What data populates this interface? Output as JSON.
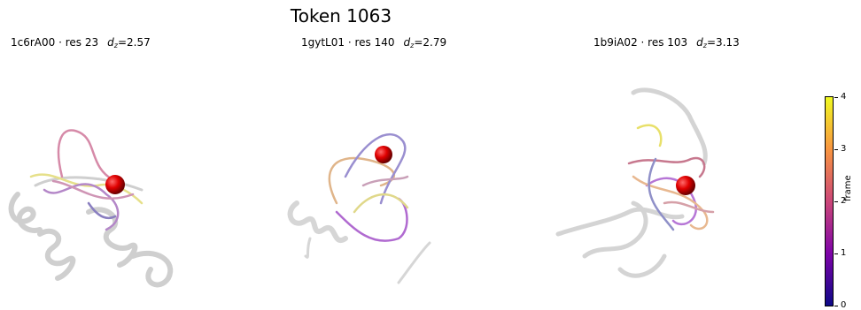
{
  "title": "Token 1063",
  "panels": [
    {
      "id": "1c6rA00",
      "res_label": "1c6rA00 · res 23",
      "dz_label": "=2.57"
    },
    {
      "id": "1gytL01",
      "res_label": "1gytL01 · res 140",
      "dz_label": "=2.79"
    },
    {
      "id": "1b9iA02",
      "res_label": "1b9iA02 · res 103",
      "dz_label": "=3.13"
    }
  ],
  "dz_symbol": "d",
  "dz_subscript": "z",
  "colorbar": {
    "label": "frame",
    "ticks": [
      "0",
      "1",
      "2",
      "3",
      "4"
    ],
    "colormap": "plasma",
    "colors": [
      "#0d0887",
      "#7e03a8",
      "#cc4778",
      "#f89540",
      "#f0f921"
    ]
  },
  "colors": {
    "backbone": "#d0d0d0",
    "sphere": "#e00000"
  }
}
